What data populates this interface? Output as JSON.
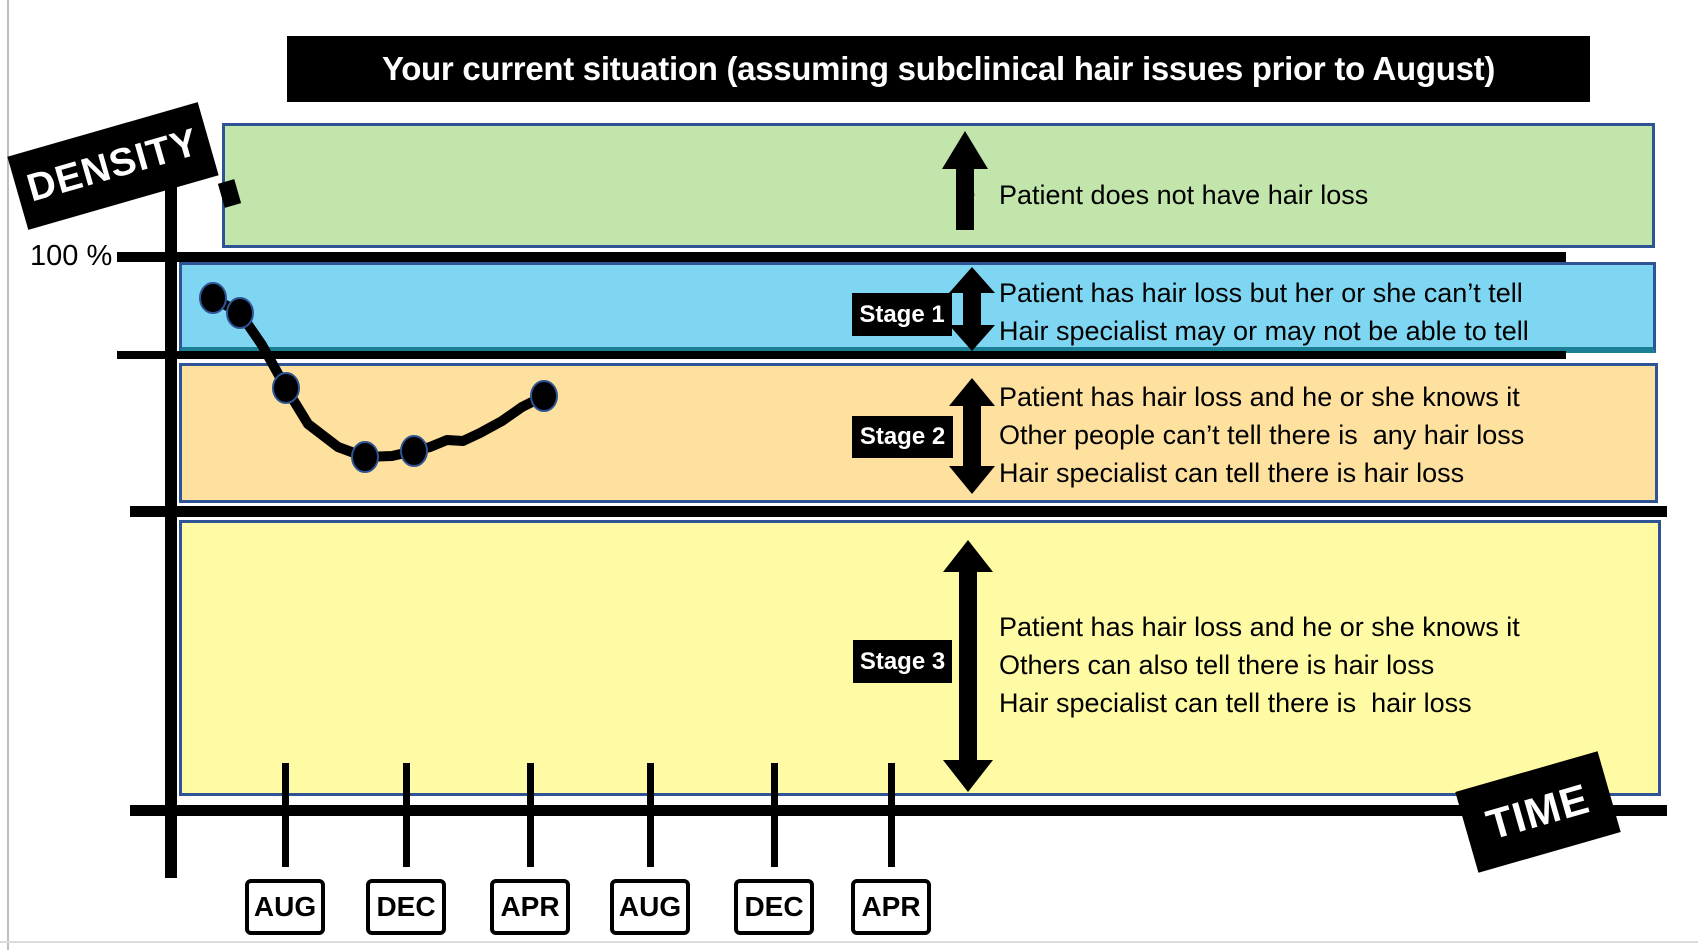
{
  "title": "Your current situation (assuming subclinical hair issues prior to August)",
  "axes": {
    "y_label": "DENSITY",
    "x_label": "TIME",
    "y_tick_label": "100 %"
  },
  "glyphs": {
    "bullet": "•"
  },
  "bands": [
    {
      "name": "no-hair-loss",
      "stage_label": "",
      "fill_color": "#c1e5aa",
      "bullets": [
        "Patient does not have hair loss"
      ]
    },
    {
      "name": "stage-1",
      "stage_label": "Stage 1",
      "fill_color": "#7ed6f2",
      "bullets": [
        "Patient has hair loss but her or she can’t tell",
        "Hair specialist may or may not be able to tell"
      ]
    },
    {
      "name": "stage-2",
      "stage_label": "Stage 2",
      "fill_color": "#fee09f",
      "bullets": [
        "Patient has hair loss and he or she knows it",
        "Other people can’t tell there is  any hair loss",
        "Hair specialist can tell there is hair loss"
      ]
    },
    {
      "name": "stage-3",
      "stage_label": "Stage 3",
      "fill_color": "#fffba4",
      "bullets": [
        "Patient has hair loss and he or she knows it",
        "Others can also tell there is hair loss",
        "Hair specialist can tell there is  hair loss"
      ]
    }
  ],
  "timeline": {
    "months": [
      "AUG",
      "DEC",
      "APR",
      "AUG",
      "DEC",
      "APR"
    ]
  },
  "colors": {
    "band_border": "#2f5496",
    "stage1_underline": "#1b7f96",
    "label_background": "#000000",
    "label_text": "#ffffff",
    "line_and_points": "#000000"
  },
  "chart_data": {
    "type": "line",
    "title": "Your current situation (assuming subclinical hair issues prior to August)",
    "xlabel": "TIME",
    "ylabel": "DENSITY",
    "y_reference_line": "100 %",
    "x_ticks": [
      "AUG",
      "DEC",
      "APR",
      "AUG",
      "DEC",
      "APR"
    ],
    "legend": "none",
    "grid": "off",
    "bands_top_to_bottom": [
      "Patient does not have hair loss (above 100 %)",
      "Stage 1",
      "Stage 2",
      "Stage 3"
    ],
    "series": [
      {
        "name": "hair density over time (hand-drawn measurements)",
        "points": [
          {
            "x_approx": "~2 months before first AUG tick",
            "zone": "Stage 1",
            "density_pct_est": 94
          },
          {
            "x_approx": "~1.5 months before first AUG tick",
            "zone": "Stage 1",
            "density_pct_est": 92
          },
          {
            "x_approx": "AUG (tick 1)",
            "zone": "Stage 2 (upper)",
            "density_pct_est": 82
          },
          {
            "x_approx": "OCT–NOV",
            "zone": "Stage 2 (lower)",
            "density_pct_est": 71
          },
          {
            "x_approx": "DEC (tick 2)",
            "zone": "Stage 2 (lower)",
            "density_pct_est": 72
          },
          {
            "x_approx": "APR (tick 3)",
            "zone": "Stage 2 (upper)",
            "density_pct_est": 81
          }
        ]
      }
    ]
  }
}
